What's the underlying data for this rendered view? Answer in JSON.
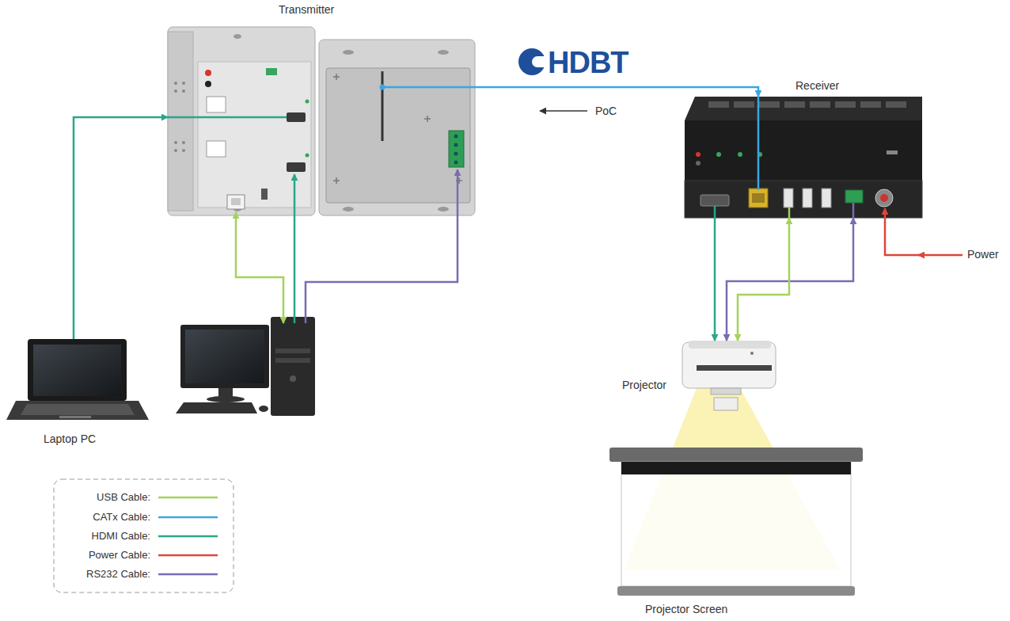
{
  "diagram": {
    "nodes": [
      {
        "text": [
          "Transmitter"
        ]
      },
      {
        "text": [
          "Receiver"
        ]
      },
      {
        "text": [
          "Laptop PC"
        ]
      },
      {
        "text": [
          "Projector"
        ]
      },
      {
        "text": [
          "Projector Screen"
        ]
      }
    ],
    "edges": [
      {
        "from": 2,
        "to": 0,
        "arrow": "to"
      },
      {
        "from": 0,
        "to": 1,
        "arrow": "to"
      },
      {
        "from": 1,
        "to": 3,
        "arrow": "to"
      },
      {
        "from": 1,
        "to": 3,
        "arrow": "both"
      },
      {
        "from": 1,
        "to": 3,
        "arrow": "both"
      }
    ],
    "labels": [
      "HDBT",
      "PoC",
      "Power"
    ],
    "legend": [
      {
        "text": "USB Cable:"
      },
      {
        "text": "CATx Cable:"
      },
      {
        "text": "HDMI Cable:"
      },
      {
        "text": "Power Cable:"
      },
      {
        "text": "RS232 Cable:"
      }
    ]
  }
}
